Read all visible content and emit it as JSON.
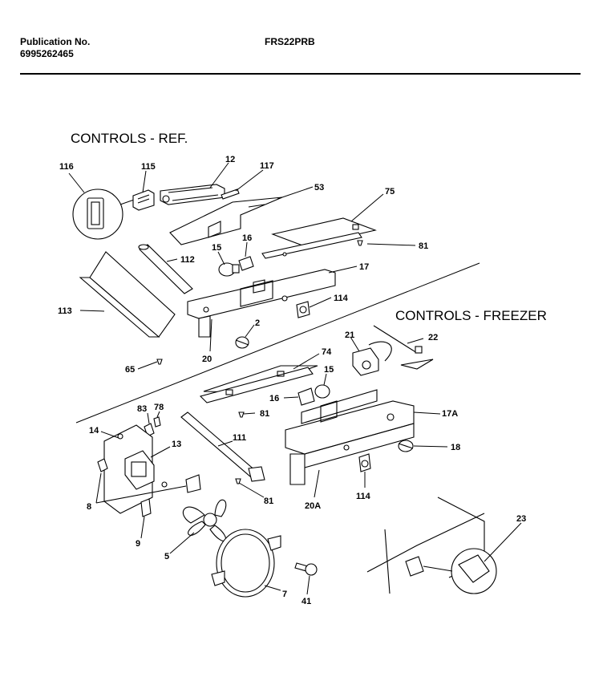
{
  "header": {
    "publication_label": "Publication No.",
    "publication_number": "6995262465",
    "model": "FRS22PRB"
  },
  "sections": {
    "ref_title": "CONTROLS - REF.",
    "freezer_title": "CONTROLS - FREEZER"
  },
  "callouts": {
    "c116": "116",
    "c115": "115",
    "c12": "12",
    "c117": "117",
    "c53": "53",
    "c75": "75",
    "c81a": "81",
    "c16a": "16",
    "c15a": "15",
    "c112": "112",
    "c17": "17",
    "c113": "113",
    "c114a": "114",
    "c2": "2",
    "c20": "20",
    "c65": "65",
    "c74": "74",
    "c21": "21",
    "c22": "22",
    "c15b": "15",
    "c16b": "16",
    "c81b": "81",
    "c83": "83",
    "c78": "78",
    "c14": "14",
    "c111": "111",
    "c17A": "17A",
    "c13": "13",
    "c18": "18",
    "c8": "8",
    "c81c": "81",
    "c20A": "20A",
    "c114b": "114",
    "c9": "9",
    "c5": "5",
    "c23": "23",
    "c41": "41",
    "c7": "7"
  }
}
